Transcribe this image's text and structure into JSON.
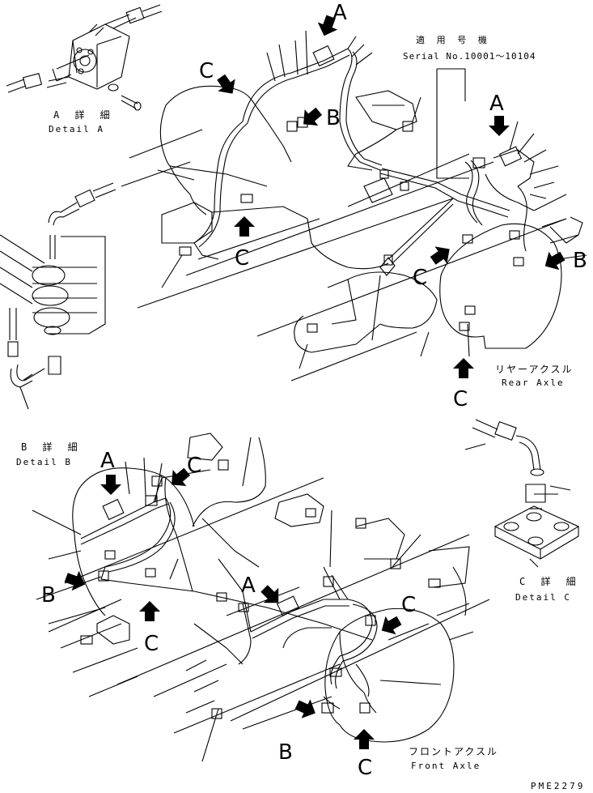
{
  "serial": {
    "jp": "適 用 号 機",
    "en": "Serial No.10001～10104"
  },
  "detail_a": {
    "jp": "A 詳 細",
    "en": "Detail A"
  },
  "detail_b": {
    "jp": "B 詳 細",
    "en": "Detail B"
  },
  "detail_c": {
    "jp": "C 詳 細",
    "en": "Detail C"
  },
  "rear_axle": {
    "jp": "リヤーアクスル",
    "en": "Rear Axle"
  },
  "front_axle": {
    "jp": "フロントアクスル",
    "en": "Front Axle"
  },
  "letters": {
    "a": "A",
    "b": "B",
    "c": "C"
  },
  "drawing_code": "PME2279"
}
